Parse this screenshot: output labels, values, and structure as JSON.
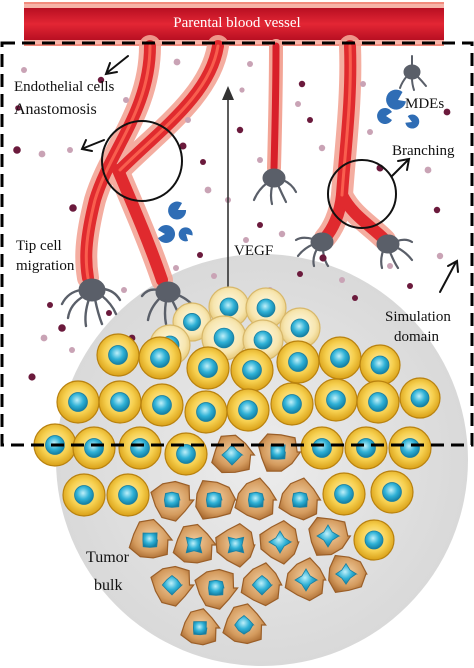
{
  "title": "Parental blood vessel",
  "labels": {
    "endothelial": "Endothelial cells",
    "anastomosis": "Anastomosis",
    "mdes": "MDEs",
    "branching": "Branching",
    "vegf": "VEGF",
    "tip_line1": "Tip cell",
    "tip_line2": "migration",
    "sim_line1": "Simulation",
    "sim_line2": "domain",
    "tumor_line1": "Tumor",
    "tumor_line2": "bulk"
  },
  "colors": {
    "vessel": "#d3162a",
    "vessel_light": "#f08a7a",
    "tip_cell": "#5a5f69",
    "mde": "#2f6db5",
    "vegf_dark": "#6b1a3c",
    "vegf_light": "#c9a3b5",
    "prolif_cell": "#f3c63c",
    "nucleus": "#2aa8cc",
    "necrotic_cell": "#c98e52",
    "hypoxic_cell": "#f4e2a6",
    "tumor_bg": "#e4e4e4",
    "dash_border": "#000000"
  },
  "icons": [
    "tip-cell-icon",
    "mde-icon",
    "vegf-molecule-icon",
    "tumor-cell-icon"
  ]
}
